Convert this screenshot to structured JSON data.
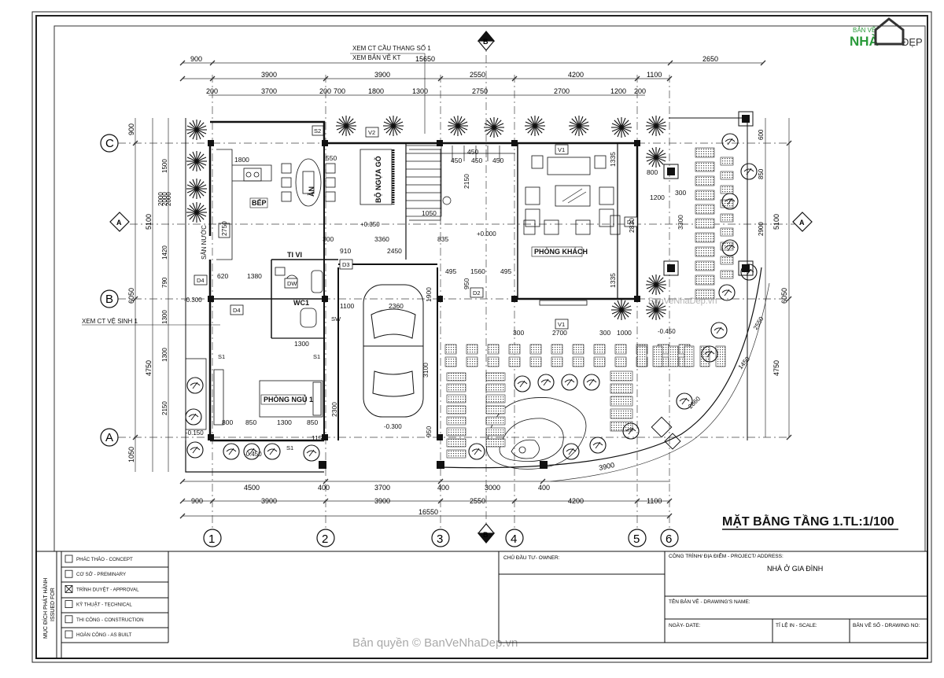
{
  "drawing_title": "MẶT BẰNG TẦNG 1.TL:1/100",
  "logo": {
    "line1": "BẢN VẼ",
    "line2": "NHÀ",
    "line3": "ĐẸP"
  },
  "watermark": "Bản quyền © BanVeNhaDep.vn",
  "watermark_small": "BanVeNhaDep.vn",
  "notes": {
    "stair_ref": "XEM CT CẦU THANG SỐ 1",
    "kt_ref": "XEM BẢN VẼ KT",
    "toilet_ref": "XEM CT VỆ SINH 1"
  },
  "axes": {
    "columns": [
      "1",
      "2",
      "3",
      "4",
      "5",
      "6"
    ],
    "rows": [
      "A",
      "B",
      "C"
    ],
    "sections": [
      "B",
      "A"
    ]
  },
  "dims_top": {
    "overall": [
      "900",
      "15650",
      "2650"
    ],
    "axis": [
      "3900",
      "3900",
      "2550",
      "4200",
      "1100"
    ],
    "detail": [
      "200",
      "3700",
      "200",
      "700",
      "1800",
      "1300",
      "2750",
      "2700",
      "1200",
      "200"
    ]
  },
  "dims_bottom": {
    "detail": [
      "4500",
      "400",
      "3700",
      "400",
      "3000",
      "400"
    ],
    "axis": [
      "900",
      "3900",
      "3900",
      "2550",
      "4200",
      "1100"
    ],
    "overall": "16550",
    "curve": "3900"
  },
  "dims_left": {
    "overall": [
      "900",
      "5100",
      "6050",
      "4750",
      "1050"
    ],
    "detail": [
      "1500",
      "2000",
      "2000",
      "2000",
      "1420",
      "790",
      "1300",
      "1300",
      "2150"
    ]
  },
  "dims_right": {
    "overall": [
      "600",
      "5100",
      "6050",
      "4750"
    ],
    "detail": [
      "850",
      "2900",
      "2550",
      "1450",
      "2860"
    ]
  },
  "rooms": {
    "kitchen": "BẾP",
    "dining": "ĂN",
    "wood_table": "BỘ NGỰA GỖ",
    "living": "PHÒNG KHÁCH",
    "bedroom": "PHÒNG NGỦ 1",
    "wc": "WC1",
    "tv": "TI VI",
    "laundry": "SÂN NƯỚC"
  },
  "levels": [
    "+0.350",
    "+0.000",
    "-0.300",
    "-0.150",
    "-0.450",
    "-0.300",
    "-0.450"
  ],
  "tags": [
    "S2",
    "V2",
    "V1",
    "D4",
    "D3",
    "D2",
    "D1",
    "S1",
    "S1",
    "S1",
    "SW",
    "DW",
    "V1",
    "D4"
  ],
  "interior_dims": [
    "1800",
    "550",
    "2750",
    "1050",
    "300",
    "3360",
    "910",
    "2450",
    "835",
    "620",
    "1380",
    "1100",
    "2360",
    "1300",
    "800",
    "850",
    "1300",
    "850",
    "1560",
    "495",
    "495",
    "950",
    "1900",
    "3100",
    "2300",
    "950",
    "800",
    "1200",
    "300",
    "2830",
    "3300",
    "1335",
    "1335",
    "300",
    "2700",
    "300",
    "1000",
    "450",
    "450",
    "450",
    "450",
    "2150",
    "1150"
  ],
  "title_block": {
    "issued_for_vn": "MỤC ĐÍCH PHÁT HÀNH",
    "issued_for_en": "ISSUED FOR",
    "options": [
      {
        "label": "PHÁC THẢO - CONCEPT",
        "checked": false
      },
      {
        "label": "CƠ SỞ - PREMINARY",
        "checked": false
      },
      {
        "label": "TRÌNH DUYỆT - APPROVAL",
        "checked": true
      },
      {
        "label": "KỸ THUẬT - TECHNICAL",
        "checked": false
      },
      {
        "label": "THI CÔNG - CONSTRUCTION",
        "checked": false
      },
      {
        "label": "HOÀN CÔNG - AS BUILT",
        "checked": false
      }
    ],
    "owner_label": "CHỦ ĐẦU TƯ- OWNER:",
    "project_label": "CÔNG TRÌNH/ ĐỊA ĐIỂM - PROJECT/ ADDRESS:",
    "project_name": "NHÀ Ở GIA ĐÌNH",
    "drawing_name_label": "TÊN BẢN VẼ - DRAWING'S NAME:",
    "date_label": "NGÀY- DATE:",
    "scale_label": "TỈ LỆ IN - SCALE:",
    "drawing_no_label": "BẢN VẼ SỐ - DRAWING NO:"
  }
}
